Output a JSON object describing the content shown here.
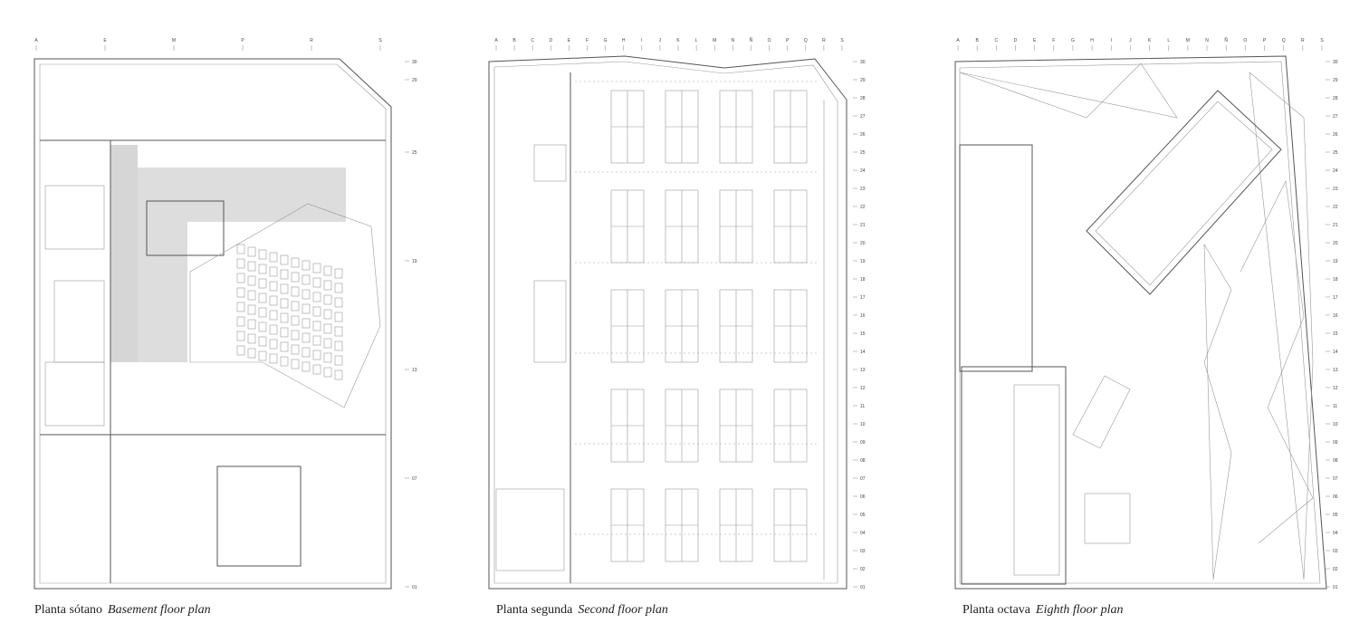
{
  "plans": [
    {
      "title_es": "Planta sótano",
      "title_en": "Basement floor plan",
      "grid_letters": [
        "A",
        "E",
        "M",
        "P",
        "R",
        "S"
      ]
    },
    {
      "title_es": "Planta segunda",
      "title_en": "Second floor plan",
      "grid_letters": [
        "A",
        "B",
        "C",
        "D",
        "E",
        "F",
        "G",
        "H",
        "I",
        "J",
        "K",
        "L",
        "M",
        "N",
        "Ñ",
        "O",
        "P",
        "Q",
        "R",
        "S"
      ]
    },
    {
      "title_es": "Planta octava",
      "title_en": "Eighth floor plan",
      "grid_letters": [
        "A",
        "B",
        "C",
        "D",
        "E",
        "F",
        "G",
        "H",
        "I",
        "J",
        "K",
        "L",
        "M",
        "N",
        "Ñ",
        "O",
        "P",
        "Q",
        "R",
        "S"
      ]
    }
  ],
  "grid_numbers": [
    "01",
    "02",
    "03",
    "04",
    "05",
    "06",
    "07",
    "08",
    "09",
    "10",
    "11",
    "12",
    "13",
    "14",
    "15",
    "16",
    "17",
    "18",
    "19",
    "20",
    "21",
    "22",
    "23",
    "24",
    "25",
    "26",
    "27",
    "28",
    "29",
    "30"
  ]
}
